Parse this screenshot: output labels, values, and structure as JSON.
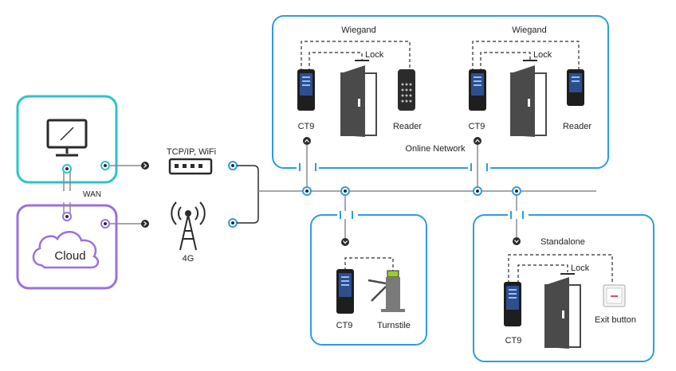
{
  "labels": {
    "tcpip": "TCP/IP, WiFi",
    "g4": "4G",
    "wan": "WAN",
    "cloud": "Cloud",
    "online_network": "Online Network",
    "standalone": "Standalone",
    "wiegand1": "Wiegand",
    "wiegand2": "Wiegand",
    "lock1": "Lock",
    "lock2": "Lock",
    "lock3": "Lock",
    "ct9_1": "CT9",
    "ct9_2": "CT9",
    "ct9_3": "CT9",
    "ct9_4": "CT9",
    "reader1": "Reader",
    "reader2": "Reader",
    "turnstile": "Turnstile",
    "exit_button": "Exit button"
  },
  "colors": {
    "teal": "#2bc4c9",
    "purple": "#9b70e0",
    "blue": "#2f9be3",
    "line": "#8a8a8a",
    "dark": "#2b2b2b"
  }
}
